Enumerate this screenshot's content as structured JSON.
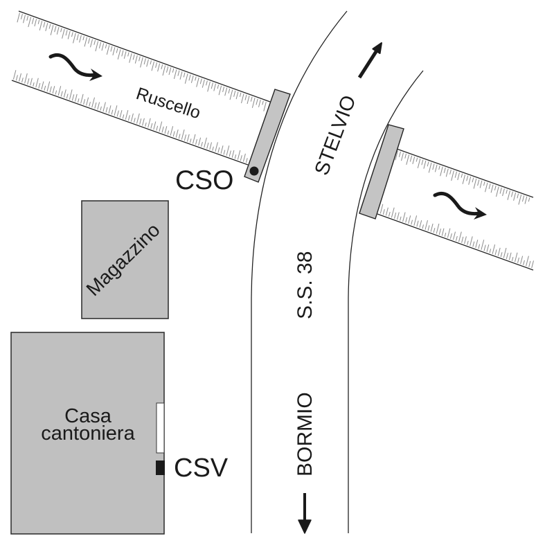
{
  "diagram": {
    "labels": {
      "stream": "Ruscello",
      "cso": "CSO",
      "csv": "CSV",
      "storage": "Magazzino",
      "house_line1": "Casa",
      "house_line2": "cantoniera",
      "road_name": "S.S. 38",
      "direction_up": "STELVIO",
      "direction_down": "BORMIO"
    },
    "icons": {
      "flow_arrow": "wavy-flow-arrow",
      "direction_arrow_up": "arrow-up-right",
      "direction_arrow_down": "arrow-down",
      "cso_marker": "filled-circle",
      "csv_marker": "filled-square"
    },
    "colors": {
      "building_fill": "#c0c0c0",
      "gate_fill": "#c4c4c4",
      "outline": "#222222",
      "hatch": "#8a8a8a",
      "marker": "#1a1a1a",
      "door": "#ffffff"
    }
  }
}
